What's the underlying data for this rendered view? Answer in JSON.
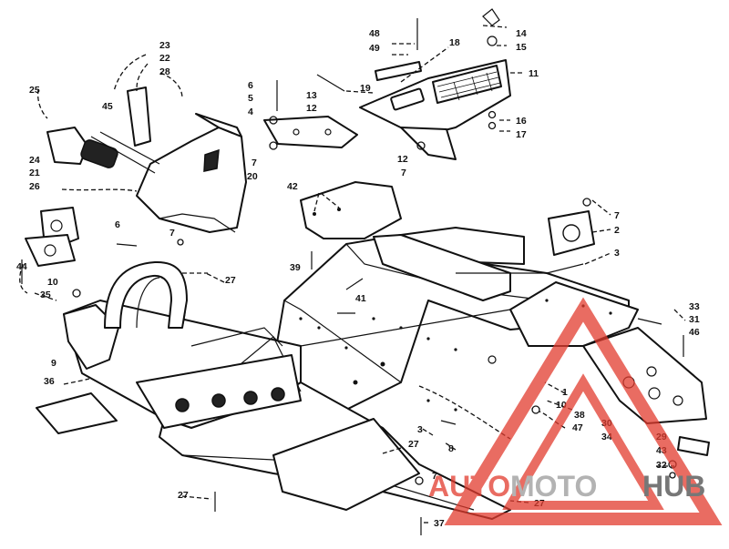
{
  "callouts": {
    "c1": "1",
    "c2": "2",
    "c3a": "3",
    "c3b": "3",
    "c4": "4",
    "c5": "5",
    "c6a": "6",
    "c6b": "6",
    "c7a": "7",
    "c7b": "7",
    "c7c": "7",
    "c7d": "7",
    "c7e": "7",
    "c8": "8",
    "c9": "9",
    "c10a": "10",
    "c10b": "10",
    "c11": "11",
    "c12a": "12",
    "c12b": "12",
    "c13": "13",
    "c14": "14",
    "c15": "15",
    "c16": "16",
    "c17": "17",
    "c18": "18",
    "c19": "19",
    "c20": "20",
    "c21": "21",
    "c22": "22",
    "c23": "23",
    "c24": "24",
    "c25": "25",
    "c26": "26",
    "c27a": "27",
    "c27b": "27",
    "c27c": "27",
    "c27d": "27",
    "c28": "28",
    "c29": "29",
    "c30": "30",
    "c31": "31",
    "c32": "32",
    "c33": "33",
    "c34": "34",
    "c35": "35",
    "c36": "36",
    "c37": "37",
    "c38": "38",
    "c39": "39",
    "c41": "41",
    "c42": "42",
    "c43": "43",
    "c44": "44",
    "c45": "45",
    "c46": "46",
    "c47": "47",
    "c48": "48",
    "c49": "49"
  },
  "watermark": {
    "word_red": "AUTO",
    "word_gray": "MOTO",
    "word_dark": "HUB",
    "colors": {
      "red": "#e23b2e",
      "gray": "#9a9a9a",
      "dark": "#4a4a4a"
    }
  }
}
